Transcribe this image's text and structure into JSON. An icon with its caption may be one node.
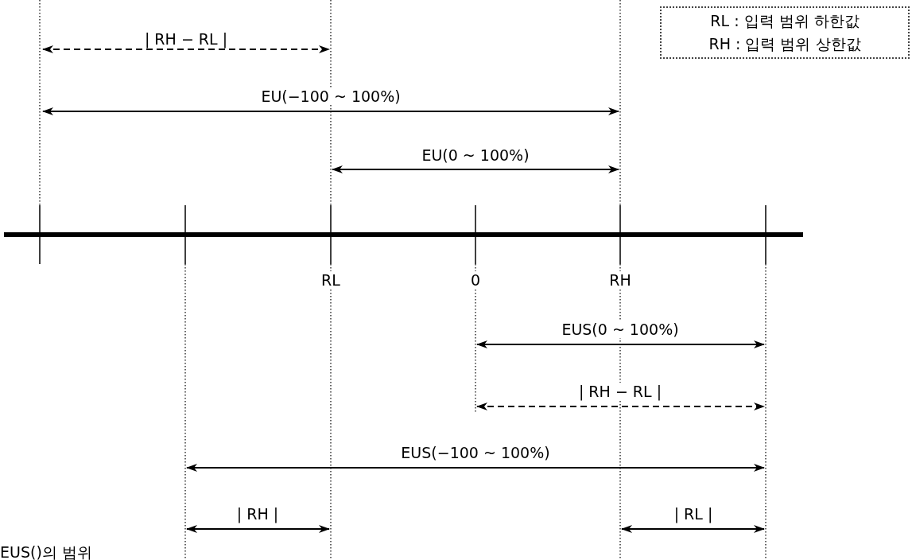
{
  "diagram": {
    "nodes": [
      {
        "text": [
          "RL : 입력 범위 하한값",
          "RH : 입력 범위 상한값"
        ]
      }
    ],
    "labels": [
      "| RH − RL |",
      "EU(−100 ~ 100%)",
      "EU(0 ~ 100%)",
      "RL",
      "0",
      "RH",
      "EUS(0 ~ 100%)",
      "| RH − RL |",
      "EUS(−100 ~ 100%)",
      "| RH |",
      "| RL |",
      "EUS()의 범위"
    ]
  }
}
